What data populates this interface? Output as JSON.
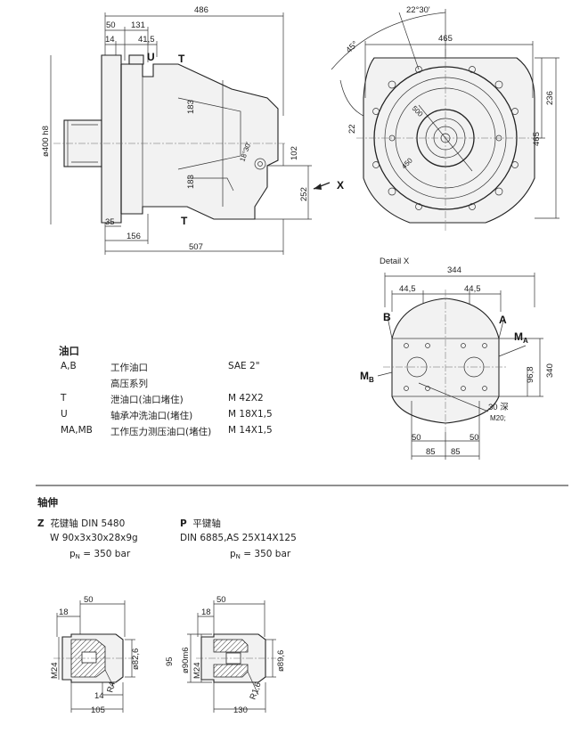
{
  "side_view": {
    "dims": {
      "d486": "486",
      "d50": "50",
      "d131": "131",
      "d14": "14",
      "d41_5": "41,5",
      "d183a": "183",
      "d183b": "183",
      "d102": "102",
      "d252": "252",
      "d35": "35",
      "d156": "156",
      "d507": "507",
      "d400": "ø400 h8",
      "d18_30": "18°30'"
    },
    "labels": {
      "U": "U",
      "T_top": "T",
      "T_bot": "T",
      "X": "X"
    }
  },
  "front_view": {
    "dims": {
      "ang22": "22°30'",
      "ang45": "45°",
      "d465h": "465",
      "d236": "236",
      "d465v": "465",
      "d22": "22",
      "d500": "500",
      "d450": "450"
    }
  },
  "detail_x": {
    "title": "Detail X",
    "dims": {
      "d344": "344",
      "d44a": "44,5",
      "d44b": "44,5",
      "d96": "96,8",
      "d340": "340",
      "d30": "30 深",
      "dM20": "M20;",
      "d50a": "50",
      "d50b": "50",
      "d85a": "85",
      "d85b": "85"
    },
    "labels": {
      "B": "B",
      "A": "A",
      "MA": "M",
      "MA_sub": "A",
      "MB": "M",
      "MB_sub": "B"
    }
  },
  "ports": {
    "heading": "油口",
    "rows": [
      {
        "code": "A,B",
        "desc": "工作油口",
        "spec": "SAE 2\""
      },
      {
        "code": "",
        "desc": "高压系列",
        "spec": ""
      },
      {
        "code": "T",
        "desc": "泄油口(油口堵住)",
        "spec": "M 42X2"
      },
      {
        "code": "U",
        "desc": "轴承冲洗油口(堵住)",
        "spec": "M 18X1,5"
      },
      {
        "code": "MA,MB",
        "desc": "工作压力测压油口(堵住)",
        "spec": "M 14X1,5"
      }
    ]
  },
  "shaft": {
    "heading": "轴伸",
    "z": {
      "letter": "Z",
      "title": "花键轴 DIN 5480",
      "spec": "W 90x3x30x28x9g",
      "pn": "= 350 bar"
    },
    "p": {
      "letter": "P",
      "title": "平键轴",
      "spec": "DIN 6885,AS 25X14X125",
      "pn": "= 350 bar"
    },
    "pn_label": "p",
    "pn_sub": "N"
  },
  "shaft_z_dims": {
    "d18": "18",
    "d50": "50",
    "d82": "ø82,6",
    "dM24": "M24",
    "dR4": "R4",
    "d14": "14",
    "d105": "105"
  },
  "shaft_p_dims": {
    "d18": "18",
    "d50": "50",
    "d95": "95",
    "d90": "ø90m6",
    "dM24": "M24",
    "d89": "ø89,6",
    "dR16": "R1,6",
    "d130": "130"
  }
}
